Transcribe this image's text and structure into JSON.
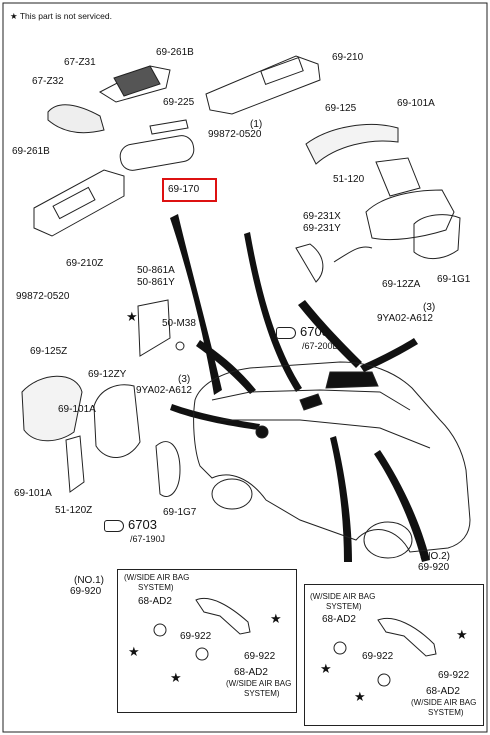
{
  "note": {
    "star": "★",
    "text": "This part is not serviced."
  },
  "labels": {
    "p67_z31": "67-Z31",
    "p69_261b_top": "69-261B",
    "p69_210": "69-210",
    "p67_z32": "67-Z32",
    "p69_225": "69-225",
    "p69_125": "69-125",
    "p69_101a_top": "69-101A",
    "p99872_top": "99872-0520",
    "p1_top": "(1)",
    "p69_261b_left": "69-261B",
    "p69_170": "69-170",
    "p51_120": "51-120",
    "p69_231x": "69-231X",
    "p69_231y": "69-231Y",
    "p69_210z": "69-210Z",
    "p69_12za": "69-12ZA",
    "p69_1g1": "69-1G1",
    "p99872_left": "99872-0520",
    "p50_861a": "50-861A",
    "p50_861y": "50-861Y",
    "p50_m38": "50-M38",
    "p3_right": "(3)",
    "p9ya02_right": "9YA02-A612",
    "p69_125z": "69-125Z",
    "p69_12zy": "69-12ZY",
    "p3_left": "(3)",
    "p9ya02_left": "9YA02-A612",
    "p69_101a_left": "69-101A",
    "p69_101a_bottom": "69-101A",
    "p51_120z": "51-120Z",
    "p69_1g7": "69-1G7",
    "no2": "(NO.2)",
    "p69_920_right": "69-920"
  },
  "refs": {
    "r6703_right": {
      "num": "6703",
      "sub": "/67-200D"
    },
    "r6703_left": {
      "num": "6703",
      "sub": "/67-190J"
    }
  },
  "box1": {
    "no": "(NO.1)",
    "part": "69-920",
    "wsab1": "(W/SIDE AIR BAG",
    "wsab2": "SYSTEM)",
    "ad2_top": "68-AD2",
    "p922_a": "69-922",
    "p922_b": "69-922",
    "ad2_bottom": "68-AD2",
    "wsab3": "(W/SIDE AIR BAG",
    "wsab4": "SYSTEM)"
  },
  "box2": {
    "wsab1": "(W/SIDE AIR BAG",
    "wsab2": "SYSTEM)",
    "ad2_top": "68-AD2",
    "p922_a": "69-922",
    "p922_b": "69-922",
    "ad2_bottom": "68-AD2",
    "wsab3": "(W/SIDE AIR BAG",
    "wsab4": "SYSTEM)"
  },
  "star": "★",
  "highlight_color": "#dd1111"
}
